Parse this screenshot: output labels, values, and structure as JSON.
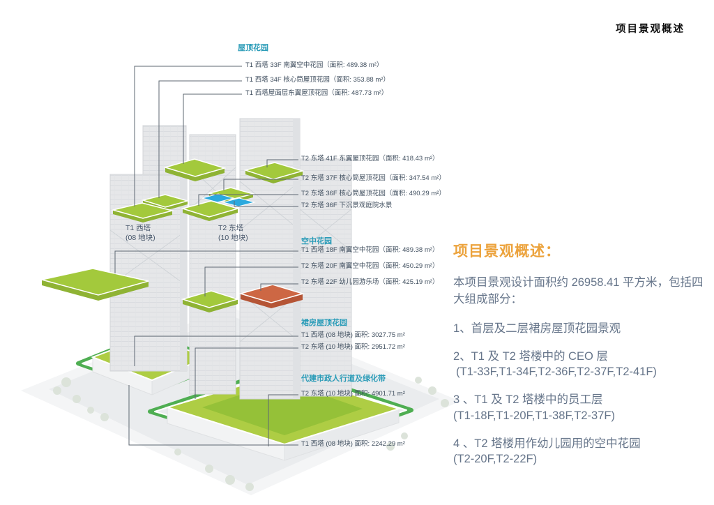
{
  "slide": {
    "top_right_title": "项目景观概述"
  },
  "colors": {
    "accent_orange": "#ECA33D",
    "callout_teal": "#2B9CB8",
    "garden_green": "#A3C93C",
    "greenbelt_green": "#4FAE52",
    "water_blue": "#2BA9DE",
    "terrace_orange": "#CD6744",
    "body_text": "#66758A"
  },
  "diagram": {
    "tower_t1": {
      "name": "T1 西塔",
      "plot": "(08 地块)"
    },
    "tower_t2": {
      "name": "T2 东塔",
      "plot": "(10 地块)"
    },
    "roof_garden": {
      "title": "屋顶花园",
      "items": [
        "T1 西塔 33F 南翼空中花园（面积: 489.38 m²）",
        "T1 西塔 34F 核心筒屋顶花园（面积: 353.88 m²）",
        "T1 西塔屋面层东翼屋顶花园（面积: 487.73 m²）",
        "T2 东塔 41F 东翼屋顶花园（面积: 418.43 m²）",
        "T2 东塔 37F 核心筒屋顶花园（面积: 347.54 m²）",
        "T2 东塔 36F 核心筒屋顶花园（面积: 490.29 m²）",
        "T2 东塔 36F 下沉景观庭院水景"
      ]
    },
    "sky_garden": {
      "title": "空中花园",
      "items": [
        "T1 西塔 18F 南翼空中花园（面积: 489.38 m²）",
        "T2 东塔 20F 南翼空中花园（面积: 450.29 m²）",
        "T2 东塔 22F 幼儿园游乐场（面积: 425.19 m²）"
      ]
    },
    "podium_garden": {
      "title": "裙房屋顶花园",
      "items": [
        "T1 西塔 (08 地块) 面积: 3027.75 m²",
        "T2 东塔 (10 地块) 面积: 2951.72 m²"
      ]
    },
    "greenbelt": {
      "title": "代建市政人行道及绿化带",
      "items": [
        "T2 东塔 (10 地块) 面积: 4901.71 m²"
      ]
    },
    "ground_item": "T1 西塔 (08 地块) 面积: 2242.29 m²"
  },
  "panel": {
    "heading": "项目景观概述：",
    "intro": "本项目景观设计面积约 26958.41 平方米，包括四大组成部分：",
    "items": [
      {
        "line1": "1、首层及二层裙房屋顶花园景观",
        "line2": ""
      },
      {
        "line1": "2、T1 及 T2 塔楼中的 CEO 层",
        "line2": "(T1-33F,T1-34F,T2-36F,T2-37F,T2-41F)"
      },
      {
        "line1": "3 、T1 及 T2 塔楼中的员工层",
        "line2": "(T1-18F,T1-20F,T1-38F,T2-37F)"
      },
      {
        "line1": "4 、T2 塔楼用作幼儿园用的空中花园",
        "line2": "(T2-20F,T2-22F)"
      }
    ]
  }
}
